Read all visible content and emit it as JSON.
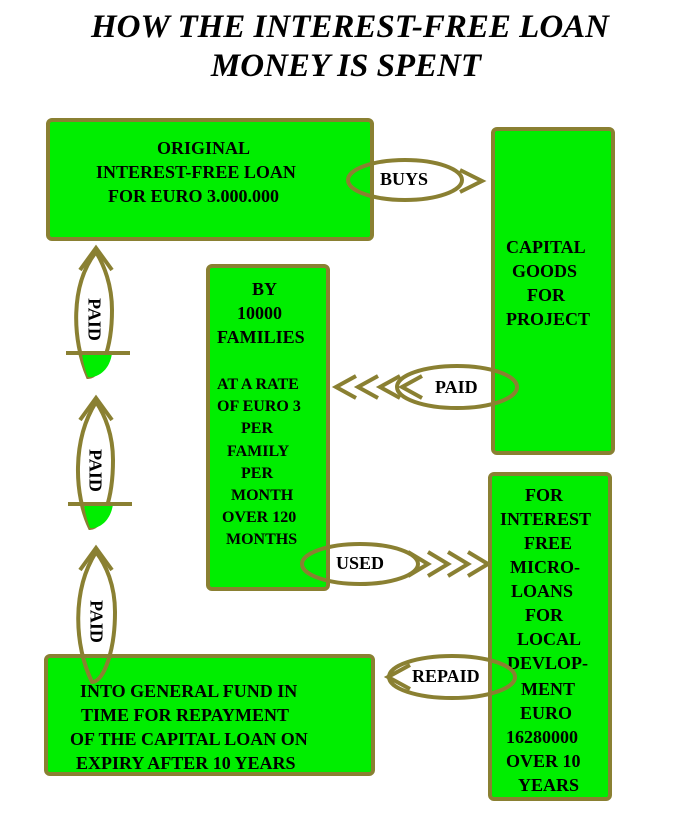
{
  "title": {
    "line1": "HOW THE INTEREST-FREE LOAN",
    "line2": "MONEY IS SPENT"
  },
  "boxes": {
    "loan": [
      "ORIGINAL",
      "INTEREST-FREE LOAN",
      "FOR EURO 3.000.000"
    ],
    "capital": [
      "CAPITAL",
      "GOODS",
      "FOR",
      "PROJECT"
    ],
    "families": [
      "BY",
      "10000",
      "FAMILIES"
    ],
    "rate": [
      "AT A RATE",
      "OF EURO 3",
      "PER",
      "FAMILY",
      "PER",
      "MONTH",
      "OVER 120",
      "MONTHS"
    ],
    "micro": [
      "FOR",
      "INTEREST",
      "FREE",
      "MICRO-",
      "LOANS",
      "FOR",
      "LOCAL",
      "DEVLOP-",
      "MENT",
      "EURO",
      "16280000",
      "OVER 10",
      "YEARS"
    ],
    "fund": [
      "INTO GENERAL FUND IN",
      "TIME FOR REPAYMENT",
      "OF THE CAPITAL LOAN ON",
      "EXPIRY AFTER 10 YEARS"
    ]
  },
  "connectors": {
    "buys": "BUYS",
    "paid_left": "PAID",
    "used": "USED",
    "repaid": "REPAID",
    "paid_v1": "PAID",
    "paid_v2": "PAID",
    "paid_v3": "PAID"
  },
  "colors": {
    "box_fill": "#00ee00",
    "border": "#8a8032"
  }
}
